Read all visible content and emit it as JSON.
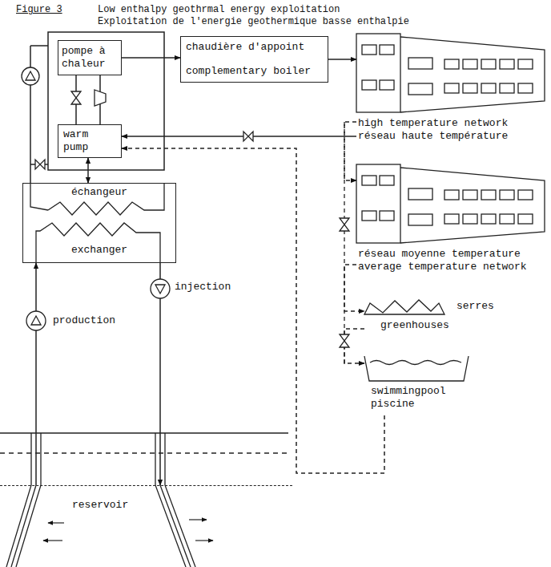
{
  "diagram": {
    "title": "Low enthalpy geothrmal energy exploitation Exploitation de l'energie geothermique basse enthalpie",
    "nodes": [
      {
        "text": [
          "pompe à chaleur"
        ]
      },
      {
        "text": [
          "chaudière d'appoint",
          "complementary boiler"
        ]
      },
      {
        "text": [
          "high temperature network réseau haute température"
        ]
      },
      {
        "text": [
          "warm pump"
        ]
      },
      {
        "text": [
          "réseau moyenne temperature average temperature network"
        ]
      },
      {
        "text": [
          "serres",
          "greenhouses"
        ]
      },
      {
        "text": [
          "swimmingpool piscine"
        ]
      },
      {
        "text": [
          "échangeur",
          "exchanger"
        ]
      },
      {
        "text": [
          "reservoir"
        ]
      }
    ],
    "edges": [
      {
        "from": 0,
        "to": 1,
        "arrow": "to"
      },
      {
        "from": 1,
        "to": 2,
        "arrow": "to"
      },
      {
        "from": 2,
        "to": 3,
        "arrow": "to"
      },
      {
        "from": 2,
        "to": 4,
        "arrow": "to"
      },
      {
        "from": 4,
        "to": 5,
        "arrow": "to"
      },
      {
        "from": 5,
        "to": 6,
        "arrow": "to"
      },
      {
        "from": 6,
        "to": 3,
        "arrow": "to"
      },
      {
        "from": 7,
        "to": 3,
        "arrow": "both"
      },
      {
        "from": 8,
        "to": 7,
        "label": "production",
        "arrow": "to"
      },
      {
        "from": 7,
        "to": 8,
        "label": "injection",
        "arrow": "to"
      }
    ],
    "labels": [
      "Figure 3"
    ]
  }
}
